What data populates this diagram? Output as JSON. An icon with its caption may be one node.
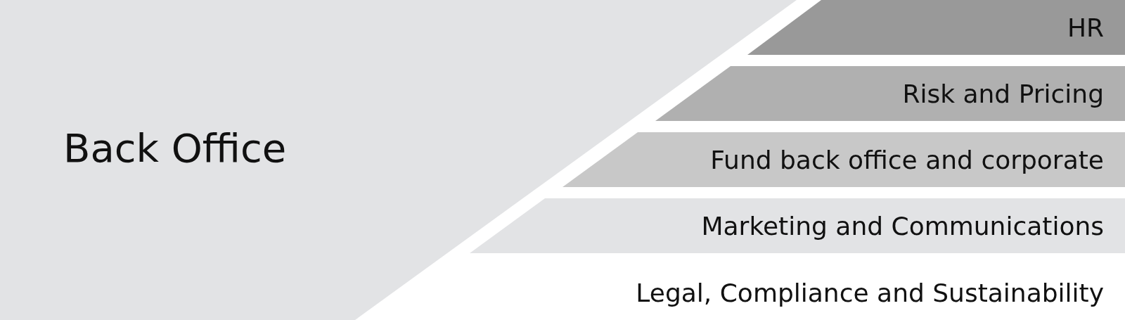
{
  "diagram": {
    "nodes": [
      {
        "text": [
          "Back Office"
        ]
      },
      {
        "text": [
          "HR"
        ]
      },
      {
        "text": [
          "Risk and Pricing"
        ]
      },
      {
        "text": [
          "Fund back office and corporate"
        ]
      },
      {
        "text": [
          "Marketing and Communications"
        ]
      },
      {
        "text": [
          "Legal, Compliance and Sustainability"
        ]
      }
    ],
    "edges": []
  }
}
